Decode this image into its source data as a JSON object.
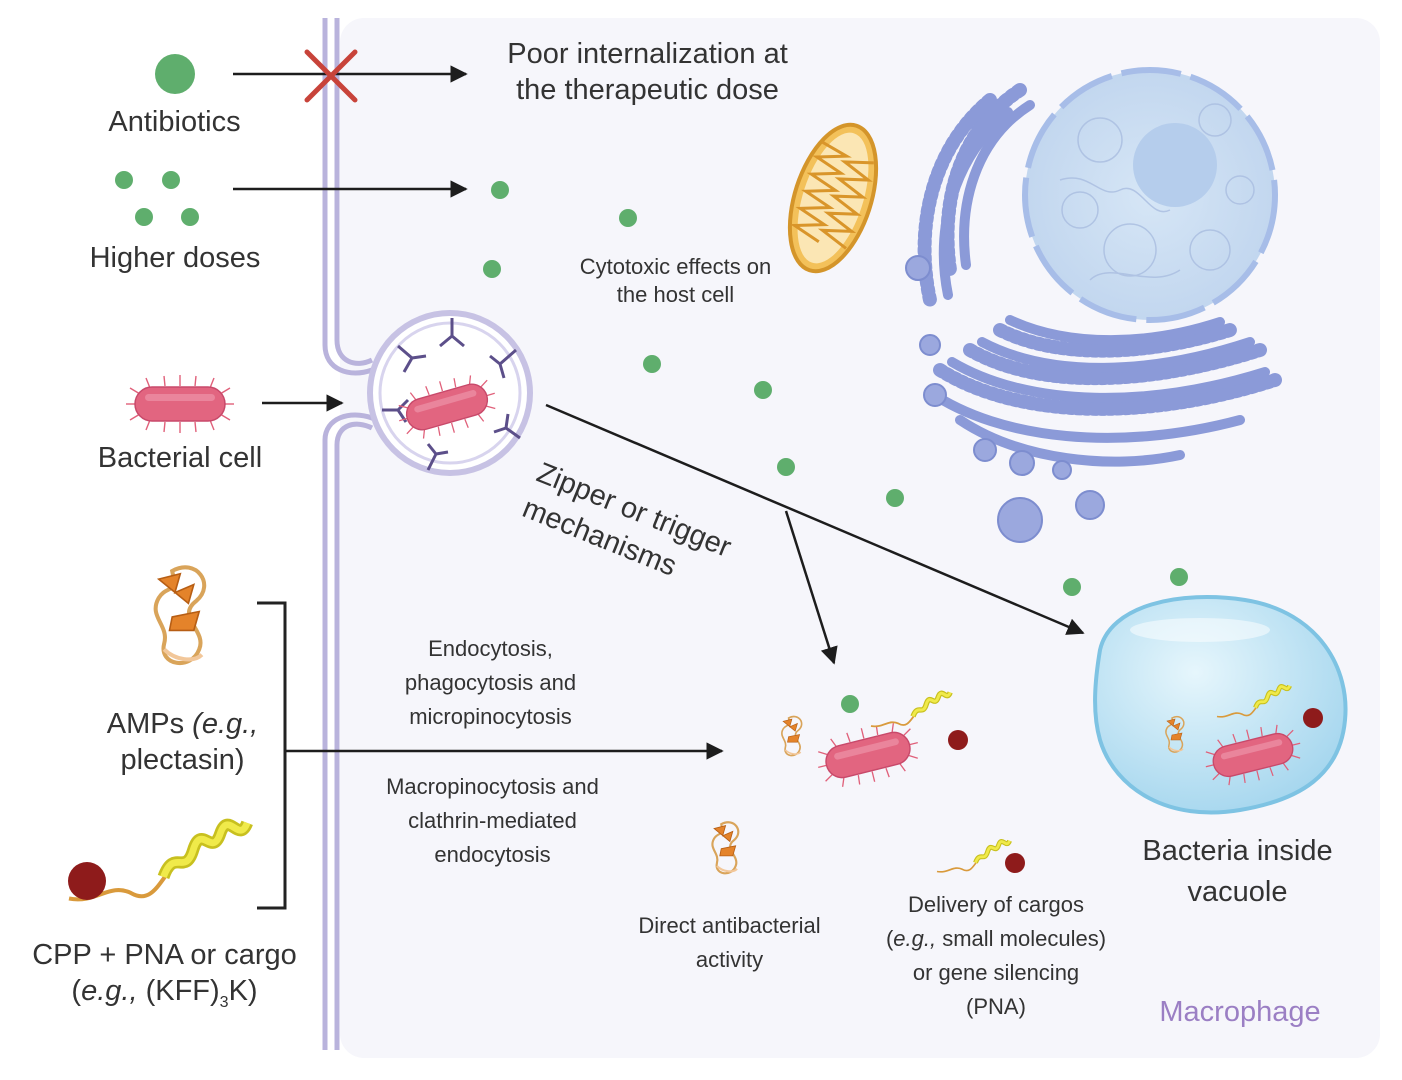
{
  "left_labels": {
    "antibiotics": "Antibiotics",
    "higher_doses": "Higher doses",
    "bacterial_cell": "Bacterial cell",
    "amps_prefix": "AMPs ",
    "amps_eg": "(e.g.,",
    "amps_name": "plectasin)",
    "cpp_line1": "CPP + PNA or cargo",
    "cpp_paren_open": "(",
    "cpp_eg": "e.g.,",
    "cpp_formula": " (KFF)",
    "cpp_sub": "3",
    "cpp_tail": "K)"
  },
  "top_text": {
    "poor_line1": "Poor internalization at",
    "poor_line2": "the therapeutic dose",
    "cytotoxic_line1": "Cytotoxic effects on",
    "cytotoxic_line2": "the host cell",
    "zipper_line1": "Zipper or trigger",
    "zipper_line2": "mechanisms"
  },
  "middle_text": {
    "endocytosis_line1": "Endocytosis,",
    "endocytosis_line2": "phagocytosis and",
    "endocytosis_line3": "micropinocytosis",
    "macro_line1": "Macropinocytosis and",
    "macro_line2": "clathrin-mediated",
    "macro_line3": "endocytosis"
  },
  "bottom_text": {
    "direct_line1": "Direct antibacterial",
    "direct_line2": "activity",
    "delivery_line1": "Delivery of cargos",
    "delivery_line2_eg": "e.g.,",
    "delivery_line2_rest": " small molecules)",
    "delivery_line3": "or gene silencing",
    "delivery_line4": "(PNA)",
    "vacuole_line1": "Bacteria inside",
    "vacuole_line2": "vacuole",
    "macrophage": "Macrophage"
  },
  "colors": {
    "dot_green": "#5fae6d",
    "bacterium_pink": "#e0607a",
    "membrane_lavender": "#b9b3dc",
    "er_blue": "#8b9ad8",
    "nucleus_blue": "#c5d8f0",
    "mito_orange": "#e8a83a",
    "vacuole_blue": "#a9d8ee",
    "inhibit_red": "#c8433a",
    "cargo_red": "#8e1b1b",
    "peptide_yellow": "#e6df2e",
    "amp_orange": "#e4832a",
    "macrophage_label": "#9b7fc4"
  }
}
